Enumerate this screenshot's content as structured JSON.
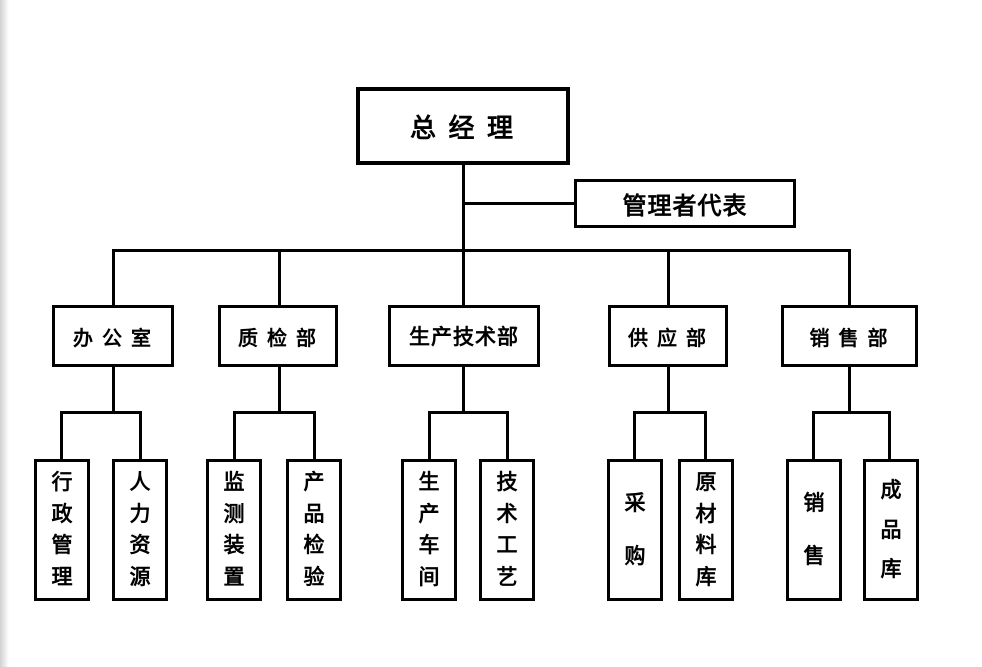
{
  "page": {
    "background_color": "#ffffff",
    "line_color": "#000000",
    "edge_shadow_color": "#cfd1d2",
    "text_color": "#000000"
  },
  "org_chart": {
    "root": {
      "label": "总 经 理"
    },
    "assistant": {
      "label": "管理者代表"
    },
    "departments": [
      {
        "label": "办 公 室",
        "children": [
          {
            "label": "行政管理"
          },
          {
            "label": "人力资源"
          }
        ]
      },
      {
        "label": "质 检 部",
        "children": [
          {
            "label": "监测装置"
          },
          {
            "label": "产品检验"
          }
        ]
      },
      {
        "label": "生产技术部",
        "children": [
          {
            "label": "生产车间"
          },
          {
            "label": "技术工艺"
          }
        ]
      },
      {
        "label": "供 应 部",
        "children": [
          {
            "label": "采购"
          },
          {
            "label": "原材料库"
          }
        ]
      },
      {
        "label": "销 售 部",
        "children": [
          {
            "label": "销售"
          },
          {
            "label": "成品库"
          }
        ]
      }
    ]
  }
}
